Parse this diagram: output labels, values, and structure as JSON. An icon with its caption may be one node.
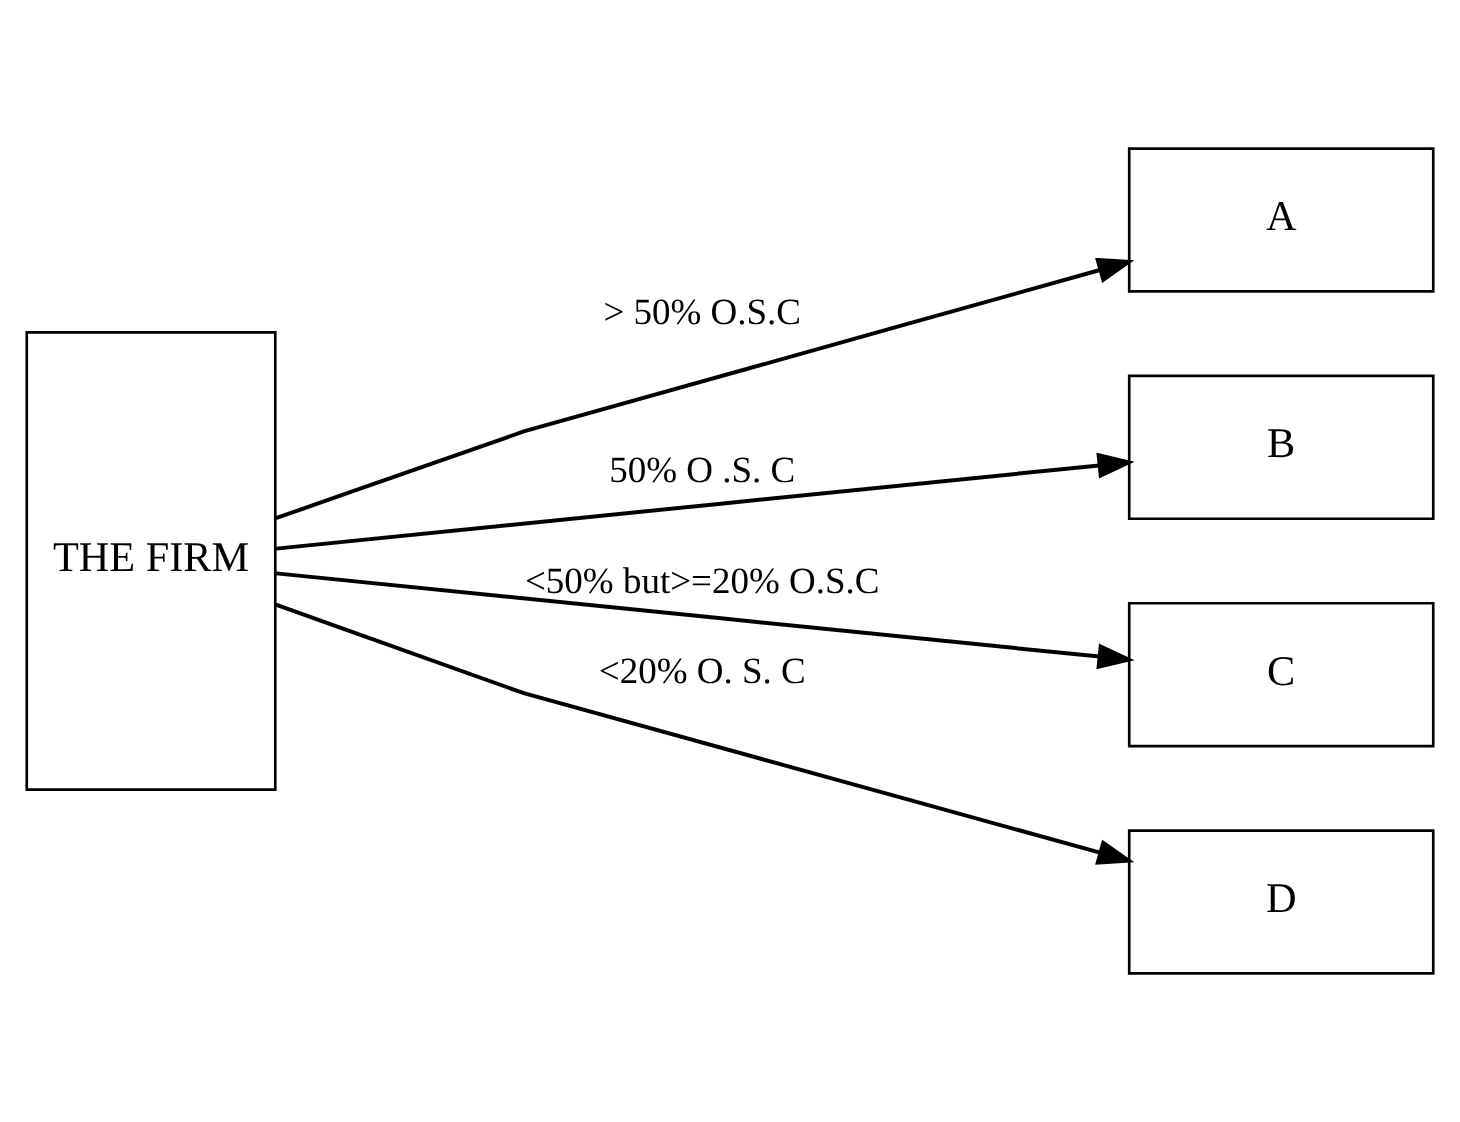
{
  "diagram": {
    "nodes": [
      {
        "text": [
          "THE FIRM"
        ]
      },
      {
        "text": [
          "A"
        ]
      },
      {
        "text": [
          "B"
        ]
      },
      {
        "text": [
          "C"
        ]
      },
      {
        "text": [
          "D"
        ]
      }
    ],
    "edges": [
      {
        "from": 0,
        "to": 1,
        "arrow": "to",
        "label": "> 50% O.S.C"
      },
      {
        "from": 0,
        "to": 2,
        "arrow": "to",
        "label": "50% O .S. C"
      },
      {
        "from": 0,
        "to": 3,
        "arrow": "to",
        "label": "<50% but>=20% O.S.C"
      },
      {
        "from": 0,
        "to": 4,
        "arrow": "to",
        "label": "<20% O. S. C"
      }
    ]
  }
}
